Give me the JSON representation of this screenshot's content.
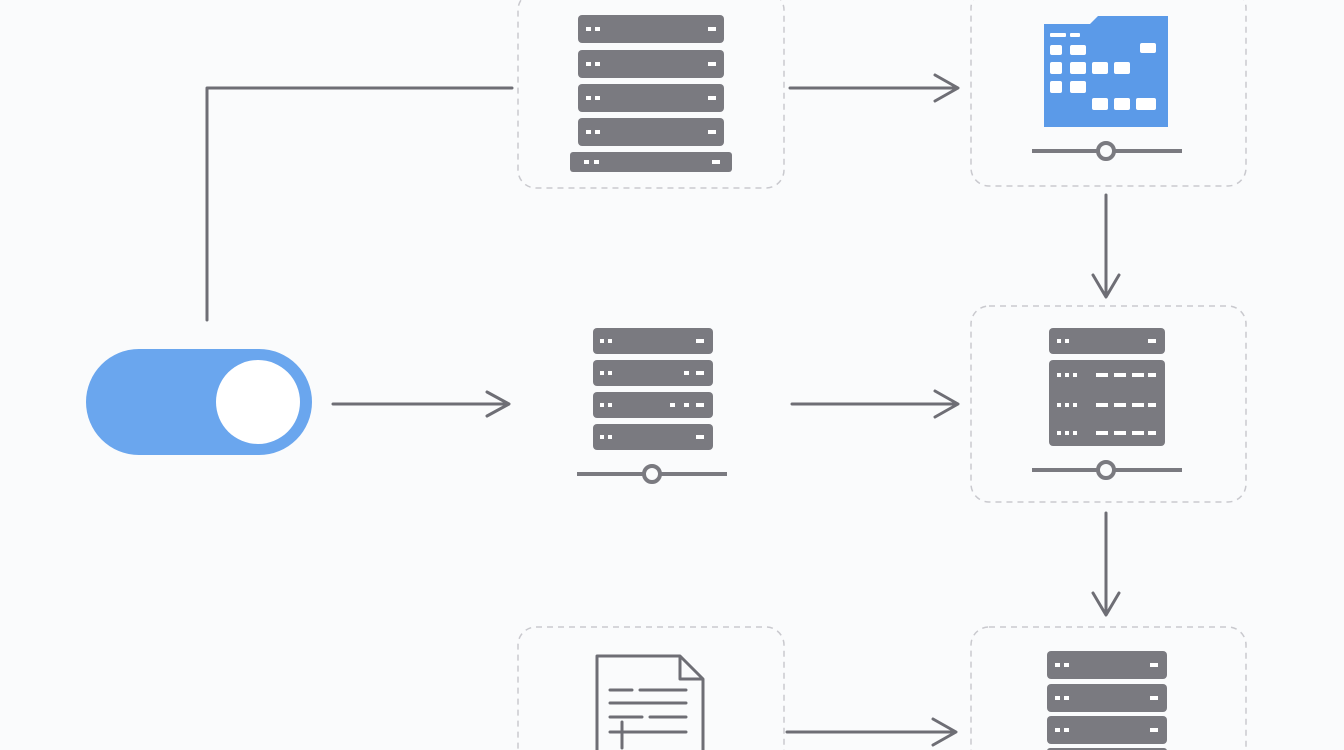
{
  "colors": {
    "background": "#fafbfc",
    "server": "#7a7a80",
    "server_dots": "#ffffff",
    "connector": "#6e6e75",
    "box_border": "#c9c9ce",
    "toggle": "#6aa6ee",
    "toggle_knob": "#ffffff",
    "folder": "#5b9ae8",
    "folder_tab": "#5b9ae8",
    "folder_cells": "#ffffff",
    "document": "#6e6e75"
  },
  "nodes": [
    {
      "id": "toggle-switch",
      "icon": "toggle-switch-icon",
      "state": "on"
    },
    {
      "id": "server-top",
      "icon": "server-rack-icon"
    },
    {
      "id": "folder-network",
      "icon": "network-folder-icon"
    },
    {
      "id": "server-middle",
      "icon": "network-server-icon"
    },
    {
      "id": "server-middle-right",
      "icon": "network-server-icon"
    },
    {
      "id": "document",
      "icon": "document-icon"
    },
    {
      "id": "server-bottom-right",
      "icon": "server-rack-icon"
    }
  ],
  "edges": [
    {
      "from": "toggle-switch",
      "to": "server-top",
      "style": "elbow-line"
    },
    {
      "from": "toggle-switch",
      "to": "server-middle",
      "style": "arrow"
    },
    {
      "from": "server-top",
      "to": "folder-network",
      "style": "arrow"
    },
    {
      "from": "server-middle",
      "to": "server-middle-right",
      "style": "arrow"
    },
    {
      "from": "folder-network",
      "to": "server-middle-right",
      "style": "arrow"
    },
    {
      "from": "server-middle-right",
      "to": "server-bottom-right",
      "style": "arrow"
    },
    {
      "from": "document",
      "to": "server-bottom-right",
      "style": "arrow"
    }
  ]
}
